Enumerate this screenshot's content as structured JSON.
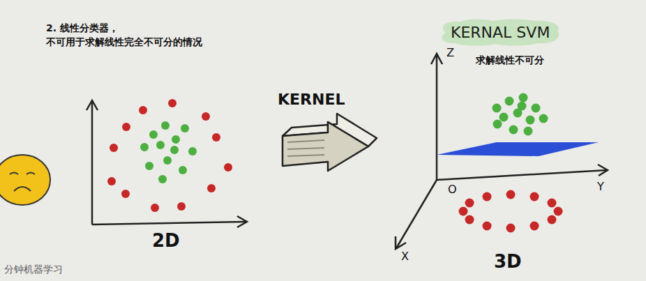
{
  "diagram": {
    "nodes": [
      {
        "text": [
          "KERNAL SVM"
        ]
      }
    ],
    "labels": [
      "2. 线性分类器，",
      "不可用于求解线性完全不可分的情况",
      "KERNEL",
      "2D",
      "求解线性不可分",
      "Z",
      "Y",
      "O",
      "X",
      "3D",
      "分钟机器学习"
    ]
  }
}
